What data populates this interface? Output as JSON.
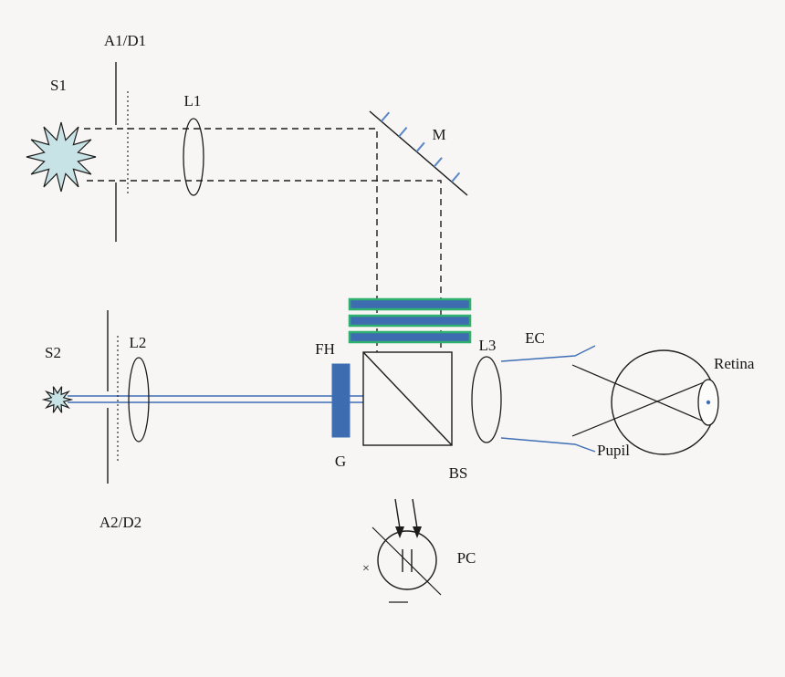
{
  "figure": {
    "colors": {
      "background": "#f7f6f4",
      "ink": "#1c1c1c",
      "blue": "#3f6fb5",
      "light_blue": "#5b87c5",
      "green": "#2eb06e",
      "star_fill": "#c8e3e6",
      "filter_fill": "#3e6cb0"
    },
    "labels": {
      "aperture1": "A1/D1",
      "source1": "S1",
      "lens1": "L1",
      "mirror": "M",
      "filter_holder": "FH",
      "glass": "G",
      "beam_splitter": "BS",
      "lens3": "L3",
      "eye_cup": "EC",
      "retina": "Retina",
      "pupil": "Pupil",
      "source2": "S2",
      "lens2": "L2",
      "aperture2": "A2/D2",
      "photocell": "PC",
      "cross_mark": "×"
    }
  }
}
